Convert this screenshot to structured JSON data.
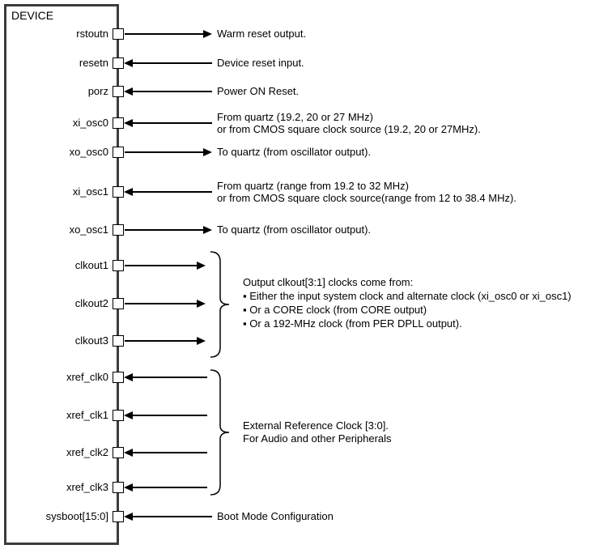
{
  "device": {
    "title": "DEVICE"
  },
  "colors": {
    "stroke": "#000000",
    "device_border": "#3c3c3c",
    "background": "#ffffff"
  },
  "pins": [
    {
      "name": "rstoutn",
      "direction": "output",
      "desc": [
        "Warm reset output."
      ]
    },
    {
      "name": "resetn",
      "direction": "input",
      "desc": [
        "Device reset input."
      ]
    },
    {
      "name": "porz",
      "direction": "input",
      "desc": [
        "Power ON Reset."
      ]
    },
    {
      "name": "xi_osc0",
      "direction": "input",
      "desc": [
        "From quartz (19.2, 20 or 27 MHz)",
        "or from CMOS square clock source (19.2, 20 or 27MHz)."
      ]
    },
    {
      "name": "xo_osc0",
      "direction": "output",
      "desc": [
        "To quartz (from oscillator output)."
      ]
    },
    {
      "name": "xi_osc1",
      "direction": "input",
      "desc": [
        "From quartz (range from 19.2 to 32 MHz)",
        "or from CMOS square clock source(range from 12 to 38.4 MHz)."
      ]
    },
    {
      "name": "xo_osc1",
      "direction": "output",
      "desc": [
        "To quartz (from oscillator output)."
      ]
    },
    {
      "name": "clkout1",
      "direction": "output",
      "desc": []
    },
    {
      "name": "clkout2",
      "direction": "output",
      "desc": []
    },
    {
      "name": "clkout3",
      "direction": "output",
      "desc": []
    },
    {
      "name": "xref_clk0",
      "direction": "input",
      "desc": []
    },
    {
      "name": "xref_clk1",
      "direction": "input",
      "desc": []
    },
    {
      "name": "xref_clk2",
      "direction": "input",
      "desc": []
    },
    {
      "name": "xref_clk3",
      "direction": "input",
      "desc": []
    },
    {
      "name": "sysboot[15:0]",
      "direction": "input",
      "desc": [
        "Boot Mode Configuration"
      ]
    }
  ],
  "groups": {
    "clkout": {
      "lines": [
        "Output clkout[3:1] clocks come from:",
        "▪ Either the input system clock and alternate clock (xi_osc0 or xi_osc1)",
        "▪ Or a CORE clock (from CORE output)",
        "▪ Or a 192-MHz clock (from PER DPLL output)."
      ]
    },
    "xref": {
      "lines": [
        "External Reference Clock [3:0].",
        "For Audio and other Peripherals"
      ]
    }
  }
}
